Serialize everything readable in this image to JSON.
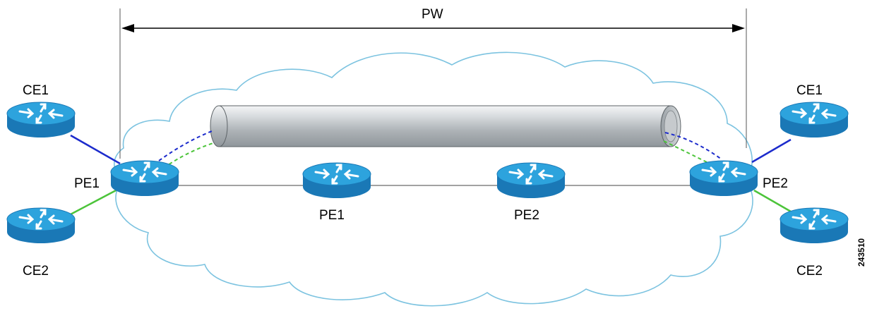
{
  "diagram": {
    "pw_label": "PW",
    "figure_number": "243510",
    "routers": {
      "ce1_left": "CE1",
      "ce2_left": "CE2",
      "pe1_edge": "PE1",
      "pe1_core": "PE1",
      "pe2_core": "PE2",
      "pe2_edge": "PE2",
      "ce1_right": "CE1",
      "ce2_right": "CE2"
    },
    "colors": {
      "router_body": "#1f86c8",
      "router_top": "#2aa1dc",
      "cloud_outline": "#7cc3e0",
      "link_blue": "#1c2bcc",
      "link_green": "#4cc43a",
      "tunnel": "#c9cdd0"
    }
  }
}
